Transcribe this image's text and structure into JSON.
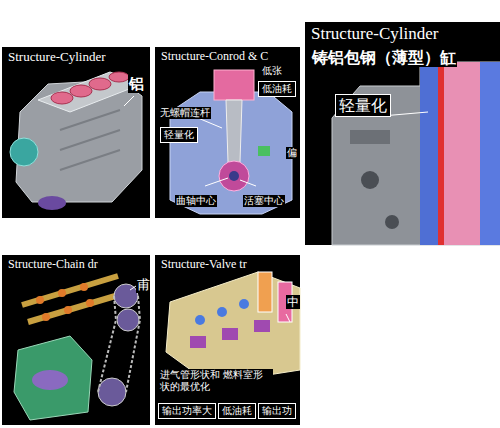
{
  "diagram": {
    "nodes": [
      {
        "text": [
          "Structure-Cylinder"
        ]
      },
      {
        "text": [
          "Structure-Conrod & C"
        ]
      },
      {
        "text": [
          "轻量化"
        ],
        "in": 1
      },
      {
        "text": [
          "低油耗"
        ],
        "in": 1
      },
      {
        "text": [
          "Structure-Cylinder"
        ]
      },
      {
        "text": [
          "轻量化"
        ],
        "in": 4
      },
      {
        "text": [
          "Structure-Chain dr"
        ]
      },
      {
        "text": [
          "Structure-Valve tr"
        ]
      },
      {
        "text": [
          "输出功率大"
        ],
        "in": 7
      },
      {
        "text": [
          "低油耗"
        ],
        "in": 7
      },
      {
        "text": [
          "输出功"
        ],
        "in": 7
      }
    ],
    "labels": [
      "铝",
      "无螺帽连杆",
      "低张",
      "曲轴中心",
      "活塞中心",
      "偏",
      "铸铝包钢（薄型）缸",
      "甫",
      "中",
      "进气管形状和 燃料室形状的最优化"
    ]
  }
}
